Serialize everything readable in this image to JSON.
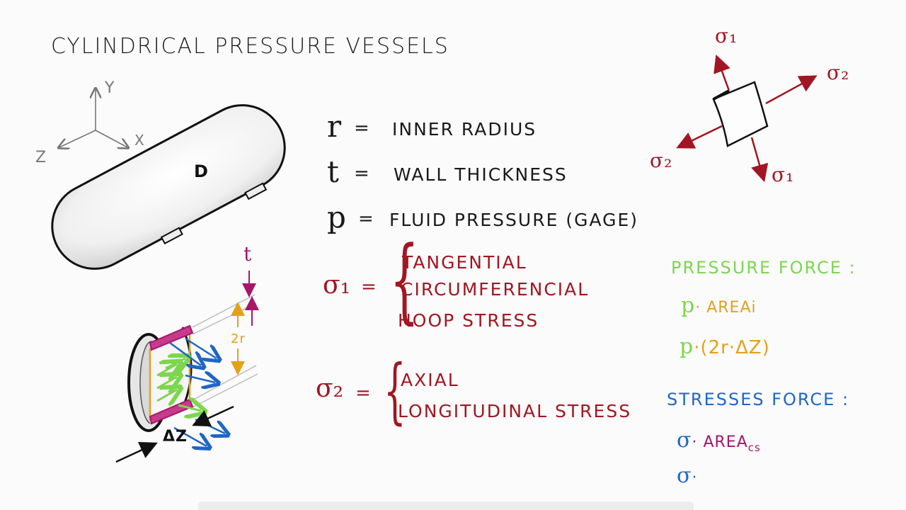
{
  "title": "CYLINDRICAL PRESSURE VESSELS",
  "axes": {
    "y": "Y",
    "x": "X",
    "z": "Z"
  },
  "vessel_label": "D",
  "definitions": [
    {
      "symbol": "r",
      "eq": "=",
      "text": "INNER RADIUS"
    },
    {
      "symbol": "t",
      "eq": "=",
      "text": "WALL THICKNESS"
    },
    {
      "symbol": "p",
      "eq": "=",
      "text": "FLUID PRESSURE  (GAGE)"
    }
  ],
  "sigma1": {
    "symbol": "σ₁",
    "eq": "=",
    "lines": [
      "TANGENTIAL",
      "CIRCUMFERENCIAL",
      "HOOP STRESS"
    ]
  },
  "sigma2": {
    "symbol": "σ₂",
    "eq": "=",
    "lines": [
      "AXIAL",
      "LONGITUDINAL STRESS"
    ]
  },
  "element_labels": {
    "s1_top": "σ₁",
    "s2_right": "σ₂",
    "s2_left": "σ₂",
    "s1_bottom": "σ₁"
  },
  "section_labels": {
    "t": "t",
    "two_r": "2r",
    "dz": "ΔZ"
  },
  "pressure_force": {
    "heading": "PRESSURE FORCE :",
    "line1_p": "p",
    "line1_rest": "· AREA",
    "line1_sub": "i",
    "line2_p": "p",
    "line2_rest": "·(2r·ΔZ)"
  },
  "stresses_force": {
    "heading": "STRESSES FORCE :",
    "line1_sigma": "σ",
    "line1_rest": "· AREA",
    "line1_sub": "cs",
    "line2_sigma": "σ",
    "line2_rest": "·"
  },
  "colors": {
    "red": "#a11622",
    "green": "#7cd64e",
    "orange": "#e3a11a",
    "blue": "#1f66c4",
    "magenta": "#a5176a"
  }
}
